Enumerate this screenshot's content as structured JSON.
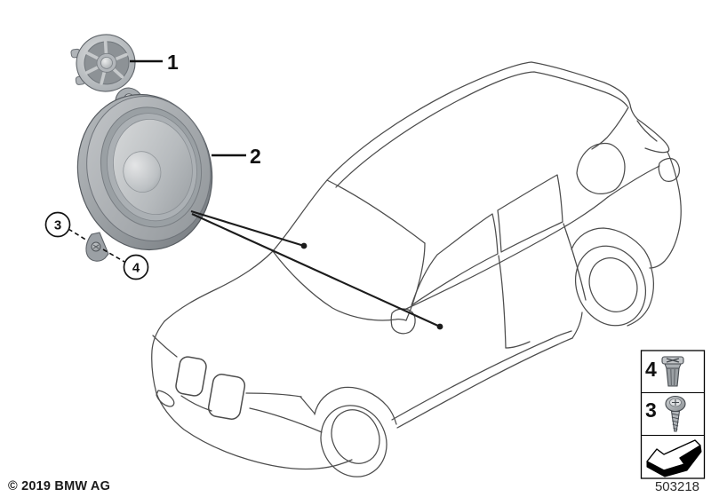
{
  "page": {
    "background": "#ffffff"
  },
  "colors": {
    "line_art": "#4d4d4d",
    "callout_black": "#1c1c1c",
    "speaker_light": "#d6d8da",
    "speaker_mid": "#a3a8ac",
    "speaker_dark": "#70757a"
  },
  "callouts": {
    "one": "1",
    "two": "2",
    "three": "3",
    "four": "4"
  },
  "legend": {
    "rows": [
      {
        "num": "4",
        "icon": "expanding-rivet-icon"
      },
      {
        "num": "3",
        "icon": "tapping-screw-icon"
      }
    ],
    "arrow_icon": "direction-arrow-icon"
  },
  "footer": {
    "copyright": "© 2019 BMW AG",
    "diagram_number": "503218"
  }
}
